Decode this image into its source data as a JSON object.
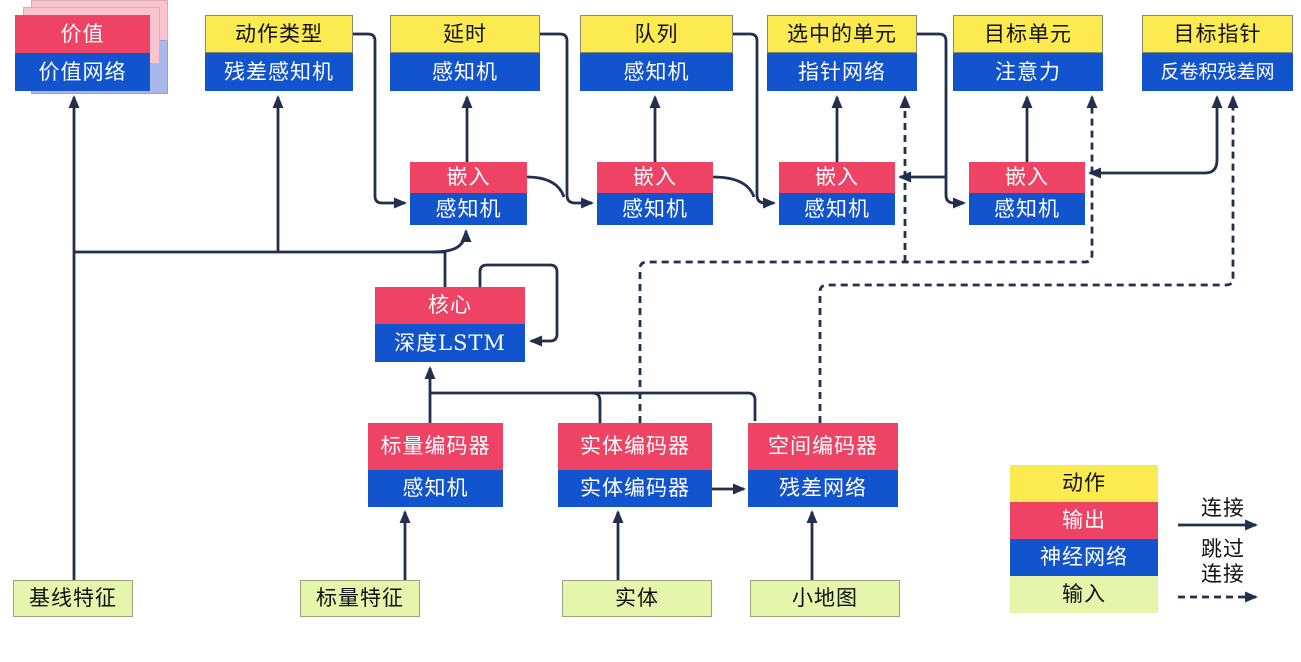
{
  "diagram_title": "AlphaStar-style agent architecture (Chinese)",
  "nodes": {
    "value": {
      "top": "价值",
      "bottom": "价值网络"
    },
    "action_type": {
      "top": "动作类型",
      "bottom": "残差感知机"
    },
    "delay": {
      "top": "延时",
      "bottom": "感知机"
    },
    "queued": {
      "top": "队列",
      "bottom": "感知机"
    },
    "selected_units": {
      "top": "选中的单元",
      "bottom": "指针网络"
    },
    "target_unit": {
      "top": "目标单元",
      "bottom": "注意力"
    },
    "target_point": {
      "top": "目标指针",
      "bottom": "反卷积残差网"
    },
    "embed1": {
      "top": "嵌入",
      "bottom": "感知机"
    },
    "embed2": {
      "top": "嵌入",
      "bottom": "感知机"
    },
    "embed3": {
      "top": "嵌入",
      "bottom": "感知机"
    },
    "embed4": {
      "top": "嵌入",
      "bottom": "感知机"
    },
    "core": {
      "top": "核心",
      "bottom": "深度LSTM"
    },
    "scalar_encoder": {
      "top": "标量编码器",
      "bottom": "感知机"
    },
    "entity_encoder": {
      "top": "实体编码器",
      "bottom": "实体编码器"
    },
    "spatial_encoder": {
      "top": "空间编码器",
      "bottom": "残差网络"
    }
  },
  "inputs": {
    "baseline": "基线特征",
    "scalar": "标量特征",
    "entity": "实体",
    "minimap": "小地图"
  },
  "legend": {
    "action": "动作",
    "output": "输出",
    "network": "神经网络",
    "input": "输入",
    "connection": "连接",
    "skip_line1": "跳过",
    "skip_line2": "连接"
  },
  "colors": {
    "action_yellow": "#FBEA50",
    "output_pink": "#EE4365",
    "network_blue": "#1253CE",
    "input_green": "#E6F5AC",
    "wire_navy": "#232F4E",
    "stack_shadow_pink": "#F9C3CF",
    "stack_shadow_blue": "#A9B8EA"
  }
}
